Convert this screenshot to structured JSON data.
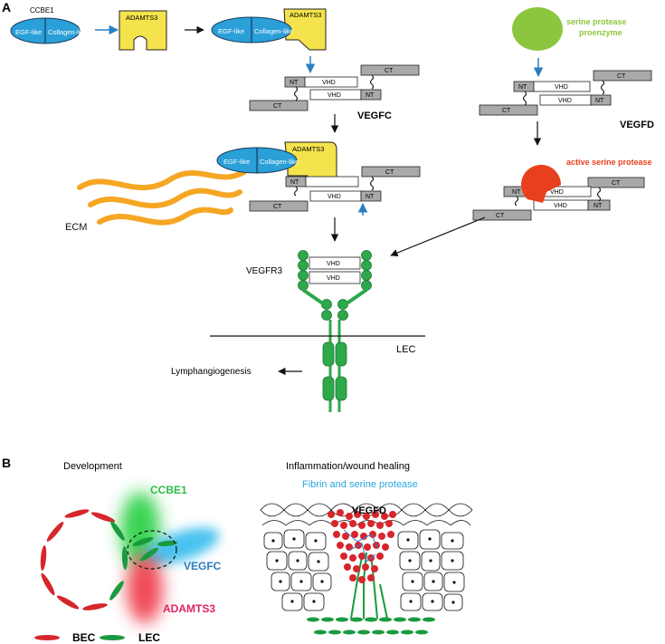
{
  "panel_a": {
    "label": "A",
    "ccbe1": {
      "title": "CCBE1",
      "egf": "EGF-like",
      "collagen": "Collagen-like"
    },
    "adamts3": "ADAMTS3",
    "vegfc": "VEGFC",
    "vegfd": "VEGFD",
    "ecm": "ECM",
    "serine_proenzyme": [
      "serine protease",
      "proenzyme"
    ],
    "active_protease": "active serine protease",
    "domains": {
      "nt": "NT",
      "ct": "CT",
      "vhd": "VHD"
    },
    "receptor": "VEGFR3",
    "lec": "LEC",
    "outcome": "Lymphangiogenesis"
  },
  "panel_b": {
    "label": "B",
    "development": {
      "title": "Development",
      "ccbe1": "CCBE1",
      "vegfc": "VEGFC",
      "adamts3": "ADAMTS3",
      "bec": "BEC",
      "lec": "LEC"
    },
    "inflammation": {
      "title": "Inflammation/wound healing",
      "subtitle": "Fibrin and serine protease",
      "vegfd": "VEGFD"
    }
  },
  "colors": {
    "blue": "#2a9fd8",
    "yellow": "#f4e34c",
    "green": "#1a9a3e",
    "light_green": "#8cc63f",
    "orange_red": "#e8401c",
    "ecm_orange": "#f5a623",
    "grey_box": "#a9a9a9",
    "magenta": "#e0245e",
    "cyan_text": "#28a8e0",
    "red": "#d6262b"
  }
}
